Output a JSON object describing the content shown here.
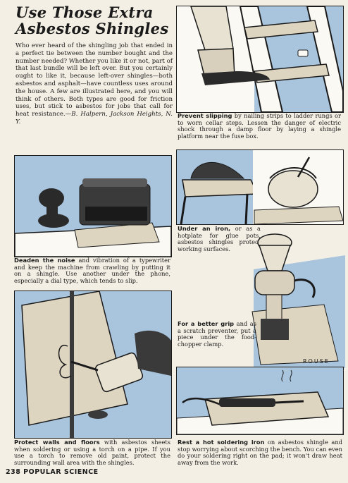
{
  "article": {
    "title_line1": "Use Those Extra",
    "title_line2": "Asbestos Shingles",
    "intro": "Who ever heard of the shingling job that ended in a perfect tie between the number bought and the number needed? Whether you like it or not, part of that last bundle will be left over. But you certainly ought to like it, because left-over shingles—both asbestos and asphalt—have countless uses around the house. A few are illustrated here, and you will think of others. Both types are good for friction uses, but stick to asbestos for jobs that call for heat resistance.—",
    "byline": "B. Halpern, Jackson Heights, N. Y."
  },
  "captions": {
    "ladder": {
      "lead": "Prevent slipping",
      "text": " by nailing strips to ladder rungs or to worn cellar steps. Lessen the danger of electric shock through a damp floor by laying a shingle platform near the fuse box."
    },
    "typewriter": {
      "lead": "Deaden the noise",
      "text": " and vibration of a typewriter and keep the machine from crawling by putting it on a shingle. Use another under the phone, especially a dial type, which tends to slip."
    },
    "iron": {
      "lead": "Under an iron,",
      "text": " or as a hotplate for glue pots, asbestos shingles protect working surfaces."
    },
    "grip": {
      "lead": "For a better grip",
      "text": " and as a scratch preventer, put a piece under the food-chopper clamp."
    },
    "torch": {
      "lead": "Protect walls and floors",
      "text": " with asbestos sheets when soldering or using a torch on a pipe. If you use a torch to remove old paint, protect the surrounding wall area with the shingles."
    },
    "solder": {
      "lead": "Rest a hot soldering iron",
      "text": " on asbestos shingle and stop worrying about scorching the bench. You can even do your soldering right on the pad; it won't draw heat away from the work."
    }
  },
  "artist_signature": "ROUSE",
  "footer": {
    "page": "238",
    "magazine": "POPULAR SCIENCE"
  },
  "icons": [
    "ladder-illustration",
    "typewriter-illustration",
    "iron-illustration",
    "glue-pot-illustration",
    "food-chopper-illustration",
    "torch-illustration",
    "soldering-iron-illustration"
  ],
  "colors": {
    "accent_blue": "#a9c4dd",
    "paper": "#f3efe4",
    "ink": "#1a1a1a"
  }
}
